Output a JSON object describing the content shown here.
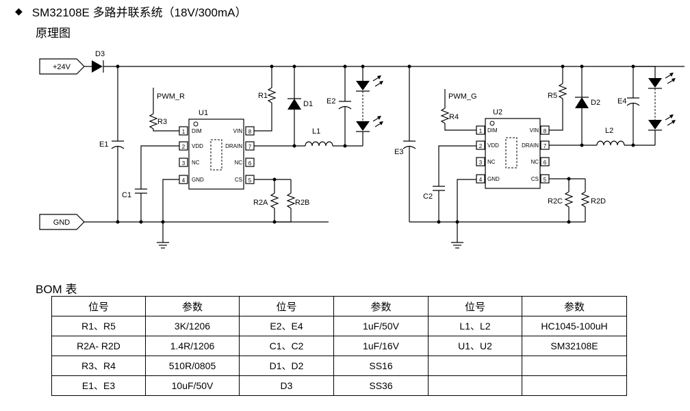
{
  "title": "SM32108E 多路并联系统（18V/300mA）",
  "subtitle": "原理图",
  "bom_title": "BOM 表",
  "ports": {
    "vin": "+24V",
    "gnd": "GND"
  },
  "chips": {
    "u1": {
      "ref": "U1",
      "pwm": "PWM_R"
    },
    "u2": {
      "ref": "U2",
      "pwm": "PWM_G"
    },
    "pins": [
      {
        "num": "1",
        "name": "DIM"
      },
      {
        "num": "2",
        "name": "VDD"
      },
      {
        "num": "3",
        "name": "NC"
      },
      {
        "num": "4",
        "name": "GND"
      },
      {
        "num": "8",
        "name": "VIN"
      },
      {
        "num": "7",
        "name": "DRAIN"
      },
      {
        "num": "6",
        "name": "NC"
      },
      {
        "num": "5",
        "name": "CS"
      }
    ]
  },
  "components": {
    "d3": "D3",
    "e1": "E1",
    "e3": "E3",
    "c1": "C1",
    "c2": "C2",
    "r1": "R1",
    "r5": "R5",
    "r3": "R3",
    "r4": "R4",
    "d1": "D1",
    "d2": "D2",
    "e2": "E2",
    "e4": "E4",
    "l1": "L1",
    "l2": "L2",
    "r2a": "R2A",
    "r2b": "R2B",
    "r2c": "R2C",
    "r2d": "R2D"
  },
  "bom": {
    "headers": [
      "位号",
      "参数",
      "位号",
      "参数",
      "位号",
      "参数"
    ],
    "rows": [
      [
        "R1、R5",
        "3K/1206",
        "E2、E4",
        "1uF/50V",
        "L1、L2",
        "HC1045-100uH"
      ],
      [
        "R2A- R2D",
        "1.4R/1206",
        "C1、C2",
        "1uF/16V",
        "U1、U2",
        "SM32108E"
      ],
      [
        "R3、R4",
        "510R/0805",
        "D1、D2",
        "SS16",
        "",
        ""
      ],
      [
        "E1、E3",
        "10uF/50V",
        "D3",
        "SS36",
        "",
        ""
      ]
    ]
  }
}
